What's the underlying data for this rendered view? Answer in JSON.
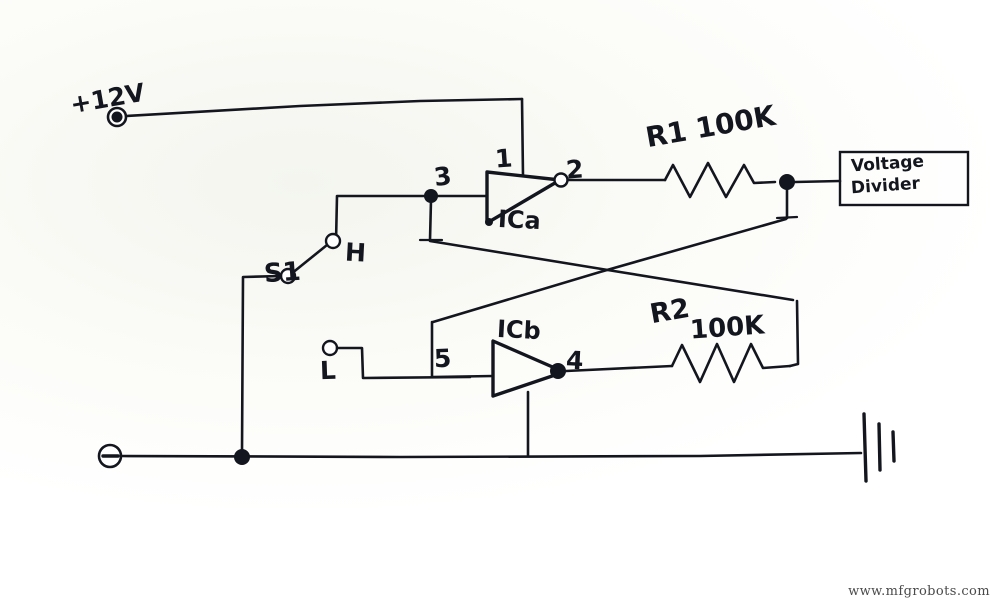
{
  "diagram": {
    "title": "Hand-drawn op-amp comparator / switch schematic",
    "ink_color": "#14161f",
    "paper_color": "#fdfdfb"
  },
  "labels": {
    "supply_positive": "+12V",
    "switch_name": "S1",
    "switch_contact_high": "H",
    "switch_contact_low": "L",
    "ic_a_name": "ICa",
    "ic_b_name": "ICb",
    "pin_1": "1",
    "pin_2": "2",
    "pin_3": "3",
    "pin_4": "4",
    "pin_5": "5",
    "r1": "R1 100K",
    "r2_desig": "R2",
    "r2_value": "100K",
    "output_block_line1": "Voltage",
    "output_block_line2": "Divider",
    "ground_terminal": "−"
  },
  "components": [
    {
      "ref": "S1",
      "type": "spdt-switch",
      "label": "S1",
      "contacts": [
        "H",
        "L"
      ]
    },
    {
      "ref": "ICa",
      "type": "op-amp",
      "label": "ICa",
      "pins": [
        "1",
        "2",
        "3"
      ]
    },
    {
      "ref": "ICb",
      "type": "op-amp",
      "label": "ICb",
      "pins": [
        "4",
        "5"
      ]
    },
    {
      "ref": "R1",
      "type": "resistor",
      "label": "R1",
      "value": "100K"
    },
    {
      "ref": "R2",
      "type": "resistor",
      "label": "R2",
      "value": "100K"
    },
    {
      "ref": "VD",
      "type": "block",
      "label": "Voltage Divider"
    },
    {
      "ref": "V+",
      "type": "supply-terminal",
      "label": "+12V"
    },
    {
      "ref": "V-",
      "type": "supply-terminal",
      "label": "−"
    },
    {
      "ref": "GND",
      "type": "ground-symbol",
      "label": ""
    }
  ],
  "watermark": {
    "text": "www.mfgrobots.com"
  }
}
